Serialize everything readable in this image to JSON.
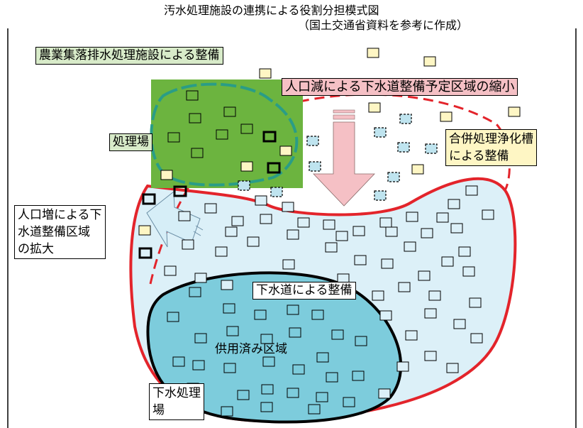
{
  "title": "汚水処理施設の連携による役割分担模式図",
  "subtitle": "（国土交通省資料を参考に作成）",
  "labels": {
    "agri": "農業集落排水処理施設による整備",
    "shrink": "人口減による下水道整備予定区域の縮小",
    "treatment": "処理場",
    "septic_line1": "合併処理浄化槽",
    "septic_line2": "による整備",
    "expand_line1": "人口増による下",
    "expand_line2": "水道整備区域",
    "expand_line3": "の拡大",
    "sewer": "下水道による整備",
    "served": "供用済み区域",
    "sewage_plant_line1": "下水処理",
    "sewage_plant_line2": "場"
  },
  "colors": {
    "agri_green": "#6cb43f",
    "agri_label_bg": "#d8ebc9",
    "pink": "#f5c0c5",
    "red_boundary": "#e3242b",
    "light_blue": "#dcf0f8",
    "served_blue": "#7dccdc",
    "house_yellow": "#fef6c4",
    "teal_outline": "#2a9d86"
  }
}
